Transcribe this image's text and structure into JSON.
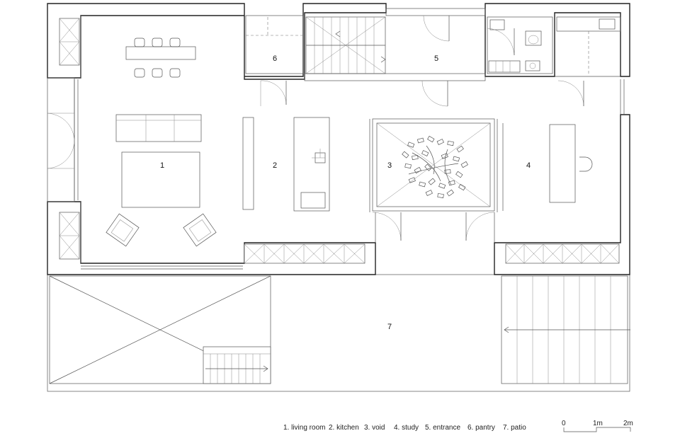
{
  "rooms": [
    {
      "number": "1"
    },
    {
      "number": "2"
    },
    {
      "number": "3"
    },
    {
      "number": "4"
    },
    {
      "number": "5"
    },
    {
      "number": "6"
    },
    {
      "number": "7"
    }
  ],
  "legend": [
    "1. living room",
    "2. kitchen",
    "3. void",
    "4. study",
    "5. entrance",
    "6. pantry",
    "7. patio"
  ],
  "scale_bar": {
    "labels": [
      "0",
      "1m",
      "2m"
    ]
  }
}
